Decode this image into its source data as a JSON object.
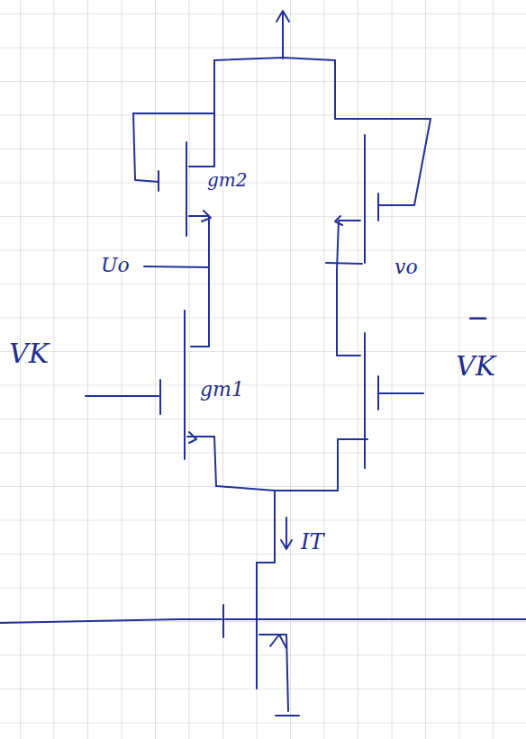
{
  "diagram": {
    "labels": [
      "gm2",
      "Uo",
      "vo",
      "VK",
      "gm1",
      "−",
      "VK",
      "IT"
    ]
  }
}
